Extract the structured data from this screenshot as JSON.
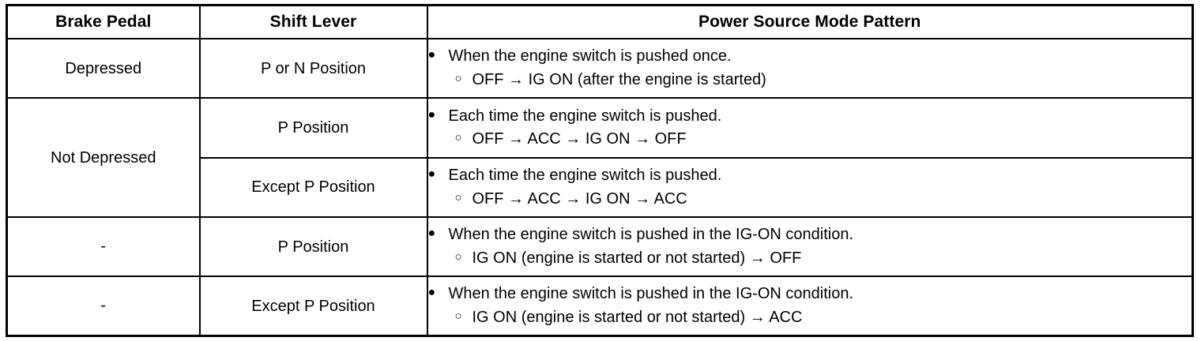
{
  "table": {
    "headers": [
      {
        "label": "Brake Pedal",
        "name": "header-brake-pedal"
      },
      {
        "label": "Shift Lever",
        "name": "header-shift-lever"
      },
      {
        "label": "Power Source Mode Pattern",
        "name": "header-power-source-mode-pattern"
      }
    ],
    "markers": {
      "bullet": "●",
      "circle": "○"
    },
    "rows": [
      {
        "brake_pedal": "Depressed",
        "shift_lever": "P or N Position",
        "bullet_text": "When the engine switch is pushed once.",
        "sub_text": "OFF → IG ON (after the engine is started)"
      },
      {
        "brake_pedal": "Not Depressed",
        "shift_lever": "P Position",
        "bullet_text": "Each time the engine switch is pushed.",
        "sub_text": "OFF → ACC → IG ON → OFF"
      },
      {
        "brake_pedal": "",
        "shift_lever": "Except P Position",
        "bullet_text": "Each time the engine switch is pushed.",
        "sub_text": "OFF → ACC → IG ON → ACC"
      },
      {
        "brake_pedal": "-",
        "shift_lever": "P Position",
        "bullet_text": "When the engine switch is pushed in the IG-ON condition.",
        "sub_text": "IG ON (engine is started or not started) → OFF"
      },
      {
        "brake_pedal": "-",
        "shift_lever": "Except P Position",
        "bullet_text": "When the engine switch is pushed in the IG-ON condition.",
        "sub_text": "IG ON (engine is started or not started) → ACC"
      }
    ]
  },
  "colors": {
    "border": "#000000",
    "text": "#000000",
    "background": "#ffffff"
  }
}
